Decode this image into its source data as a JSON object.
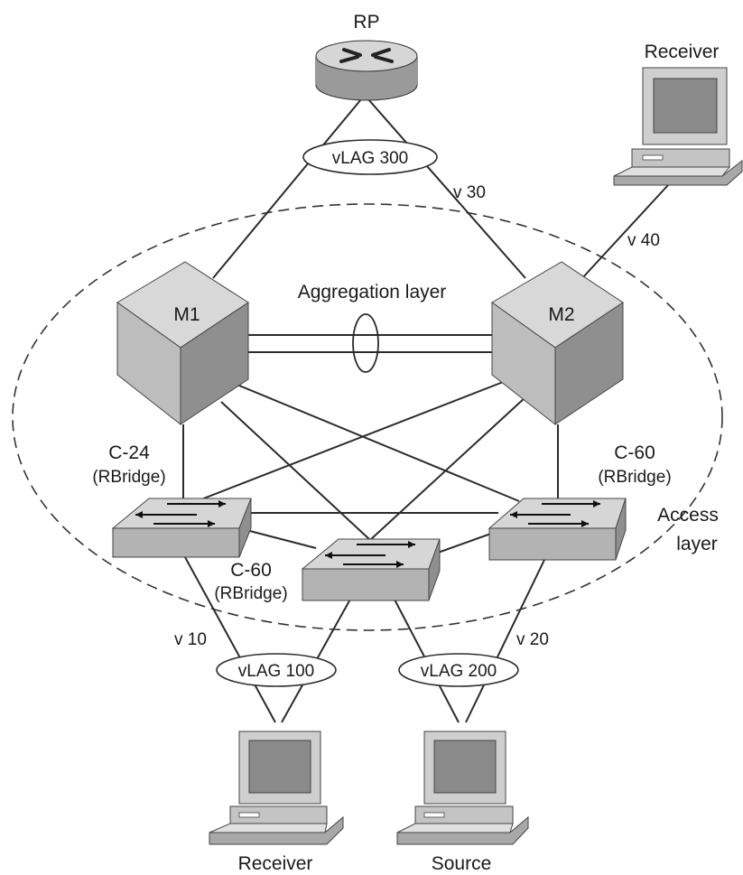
{
  "labels": {
    "rp": "RP",
    "receiver_top": "Receiver",
    "receiver_bottom": "Receiver",
    "source": "Source",
    "m1": "M1",
    "m2": "M2",
    "aggregation_layer": "Aggregation layer",
    "access_layer_1": "Access",
    "access_layer_2": "layer",
    "c24": "C-24",
    "c24_sub": "(RBridge)",
    "c60_right": "C-60",
    "c60_right_sub": "(RBridge)",
    "c60_mid": "C-60",
    "c60_mid_sub": "(RBridge)",
    "vlag300": "vLAG 300",
    "vlag100": "vLAG 100",
    "vlag200": "vLAG 200",
    "v10": "v 10",
    "v20": "v 20",
    "v30": "v 30",
    "v40": "v 40"
  },
  "colors": {
    "device_top": "#d6d6d6",
    "device_side": "#9a9a9a",
    "device_front": "#b8b8b8",
    "screen": "#8a8a8a",
    "line": "#2b2b2b"
  }
}
